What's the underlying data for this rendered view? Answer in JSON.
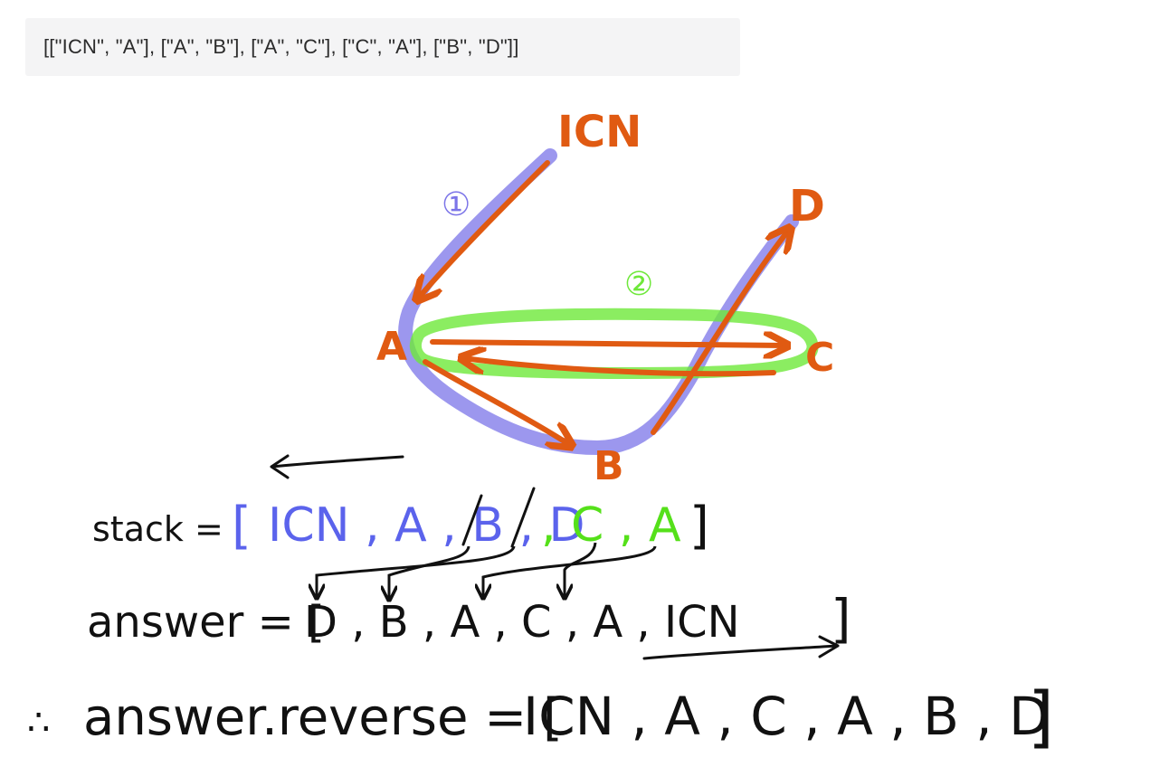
{
  "input_code": "[[\"ICN\", \"A\"], [\"A\", \"B\"], [\"A\", \"C\"], [\"C\", \"A\"], [\"B\", \"D\"]]",
  "colors": {
    "edge": "#e05a12",
    "path_blue": "#7b74e8",
    "path_green": "#6ee83a",
    "ink_black": "#111111",
    "ink_blue": "#5b63ec",
    "ink_green": "#55e01a",
    "code_bg": "#f4f4f5"
  },
  "graph": {
    "nodes": [
      "ICN",
      "A",
      "C",
      "D",
      "B"
    ],
    "step_labels": [
      "①",
      "②"
    ]
  },
  "stack_line": {
    "label": "stack =",
    "open": "[",
    "blue_part": "ICN , A , B , D",
    "green_part": ", C , A",
    "close": "]"
  },
  "answer_line": {
    "label": "answer = [",
    "items": "D , B , A , C , A , ICN",
    "close": "]"
  },
  "reverse_line": {
    "therefore": "∴",
    "label": "answer.reverse = [",
    "items": "ICN , A , C , A , B , D",
    "close": "]"
  }
}
